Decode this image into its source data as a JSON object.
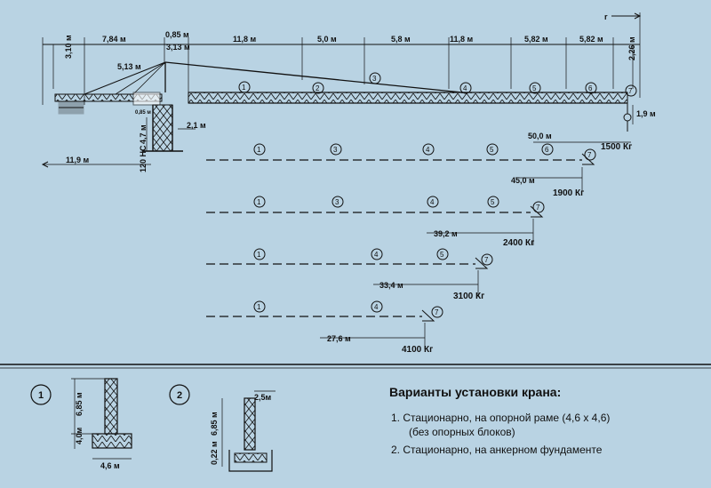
{
  "dims": {
    "d310": "3,10 м",
    "d784": "7,84 м",
    "d085": "0,85 м",
    "d313": "3,13 м",
    "d118a": "11,8 м",
    "d50": "5,0 м",
    "d58": "5,8 м",
    "d118b": "11,8 м",
    "d582a": "5,82 м",
    "d582b": "5,82 м",
    "d226": "2,26 м",
    "r": "r",
    "d513": "5,13 м",
    "d21": "2,1 м",
    "d119": "11,9 м",
    "d19": "1,9 м",
    "d47": "4,7 м",
    "hc": "120 НС",
    "d085s": "0,85 м"
  },
  "sections": [
    "1",
    "2",
    "3",
    "4",
    "5",
    "6",
    "7"
  ],
  "configs": [
    {
      "reach": "50,0 м",
      "load": "1500 Кг",
      "sections": [
        "1",
        "3",
        "4",
        "5",
        "6",
        "7"
      ]
    },
    {
      "reach": "45,0 м",
      "load": "1900 Кг",
      "sections": [
        "1",
        "3",
        "4",
        "5",
        "7"
      ]
    },
    {
      "reach": "39,2 м",
      "load": "2400 Кг",
      "sections": [
        "1",
        "4",
        "5",
        "7"
      ]
    },
    {
      "reach": "33,4 м",
      "load": "3100 Кг",
      "sections": [
        "1",
        "4",
        "7"
      ]
    },
    {
      "reach": "27,6 м",
      "load": "4100 Кг",
      "sections": []
    }
  ],
  "bottom": {
    "fig1": "1",
    "fig2": "2",
    "f1_685": "6,85 м",
    "f1_40": "4,0м",
    "f1_46": "4,6 м",
    "f2_25": "2,5м",
    "f2_685": "6,85 м",
    "f2_022": "0,22 м",
    "title": "Варианты установки крана:",
    "item1a": "1. Стационарно, на опорной раме (4,6 х 4,6)",
    "item1b": "(без опорных блоков)",
    "item2": "2. Стационарно, на анкерном фундаменте"
  },
  "colors": {
    "background": "#b9d3e3",
    "line": "#111111"
  }
}
